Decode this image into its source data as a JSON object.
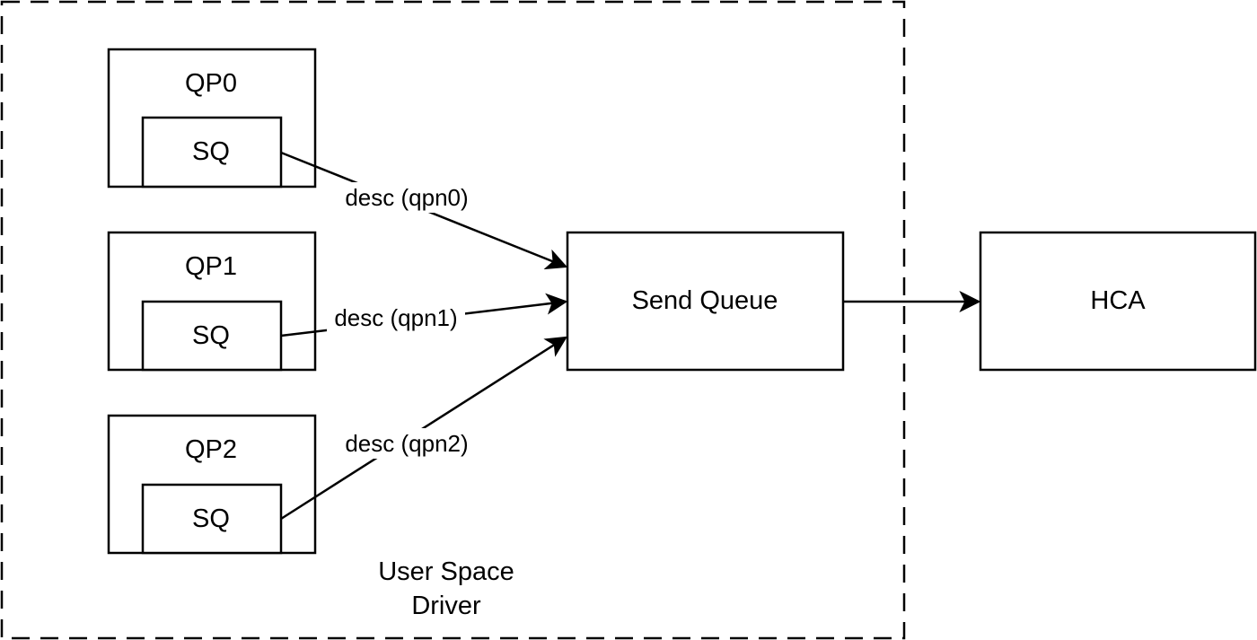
{
  "colors": {
    "stroke": "#000000",
    "background": "#ffffff"
  },
  "container": {
    "label_line1": "User Space",
    "label_line2": "Driver"
  },
  "queue_pairs": [
    {
      "label": "QP0",
      "sq_label": "SQ",
      "edge_label": "desc (qpn0)"
    },
    {
      "label": "QP1",
      "sq_label": "SQ",
      "edge_label": "desc (qpn1)"
    },
    {
      "label": "QP2",
      "sq_label": "SQ",
      "edge_label": "desc (qpn2)"
    }
  ],
  "send_queue": {
    "label": "Send Queue"
  },
  "hca": {
    "label": "HCA"
  }
}
